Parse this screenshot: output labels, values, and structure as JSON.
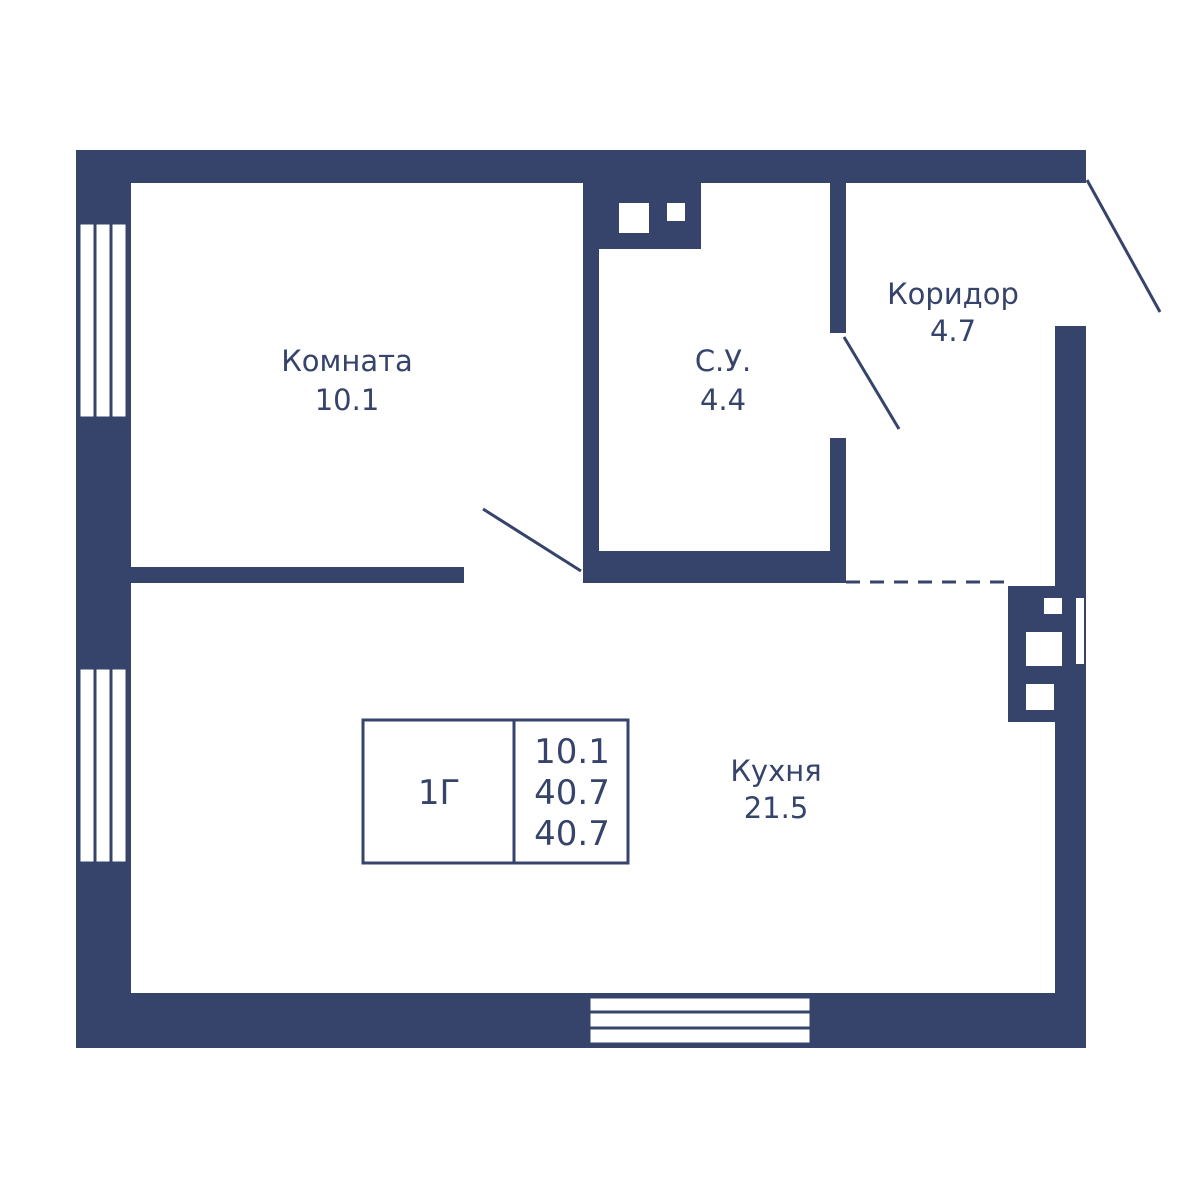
{
  "colors": {
    "wall": "#36446c",
    "background": "#ffffff"
  },
  "rooms": {
    "room": {
      "name": "Комната",
      "area": "10.1"
    },
    "bathroom": {
      "name": "С.У.",
      "area": "4.4"
    },
    "corridor": {
      "name": "Коридор",
      "area": "4.7"
    },
    "kitchen": {
      "name": "Кухня",
      "area": "21.5"
    }
  },
  "summary": {
    "type": "1Г",
    "living_area": "10.1",
    "total_area": "40.7",
    "total_area_2": "40.7"
  }
}
